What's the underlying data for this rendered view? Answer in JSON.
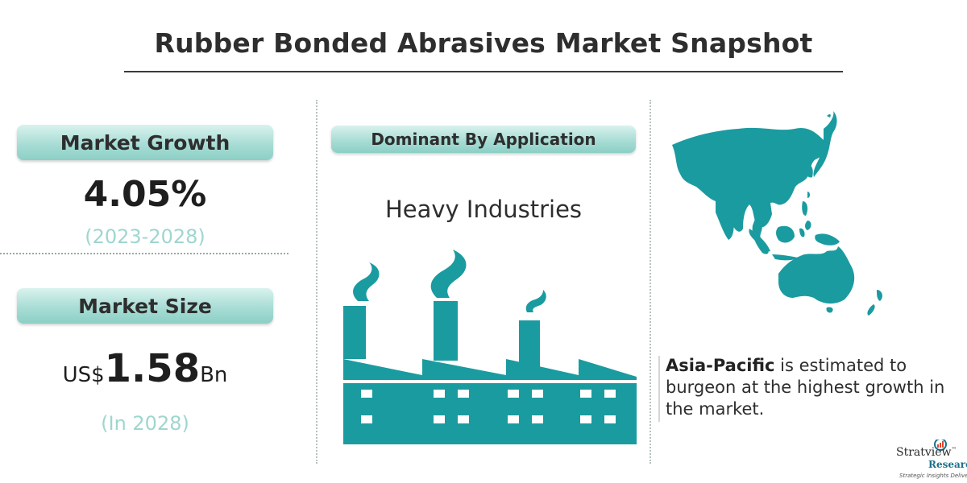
{
  "title": "Rubber Bonded Abrasives Market Snapshot",
  "market_growth": {
    "label": "Market Growth",
    "value": "4.05%",
    "period": "(2023-2028)"
  },
  "market_size": {
    "label": "Market Size",
    "prefix": "US$",
    "value": "1.58",
    "suffix": "Bn",
    "year": "(In 2028)"
  },
  "application": {
    "label": "Dominant By Application",
    "value": "Heavy Industries",
    "icon": "factory-icon"
  },
  "region": {
    "name": "Asia-Pacific",
    "text": " is estimated to burgeon at the highest growth in the market.",
    "icon": "asia-pacific-map"
  },
  "logo": {
    "name": "Stratview",
    "tm": "™",
    "sub": "Research",
    "tagline": "Strategic Insights Delivered"
  },
  "colors": {
    "accent": "#1a9ba0",
    "pill_light": "#d9f2ee",
    "pill_dark": "#8ccfc5",
    "muted_text": "#9fd6cf"
  }
}
